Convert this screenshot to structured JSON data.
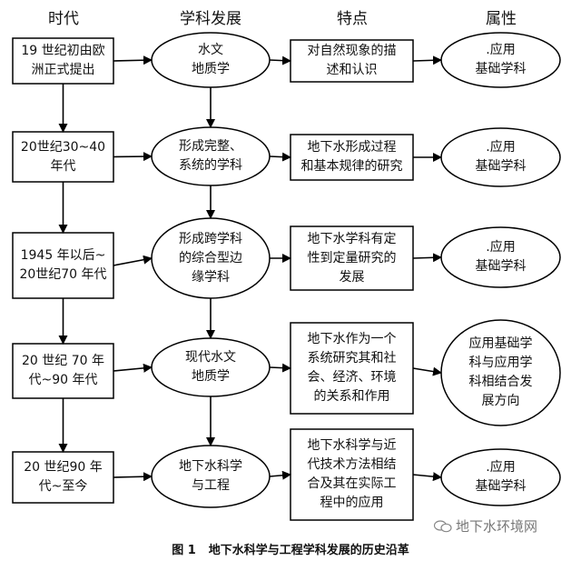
{
  "headers": {
    "era": "时代",
    "development": "学科发展",
    "features": "特点",
    "attribute": "属性"
  },
  "rows": [
    {
      "era": "19 世纪初由欧\n洲正式提出",
      "development": "水文\n地质学",
      "feature": "对自然现象的描\n述和认识",
      "attribute": ".应用\n基础学科"
    },
    {
      "era": "20世纪30~40\n年代",
      "development": "形成完整、\n系统的学科",
      "feature": "地下水形成过程\n和基本规律的研究",
      "attribute": ".应用\n基础学科"
    },
    {
      "era": "1945 年以后~\n20世纪70 年代",
      "development": "形成跨学科\n的综合型边\n缘学科",
      "feature": "地下水学科有定\n性到定量研究的\n发展",
      "attribute": ".应用\n基础学科"
    },
    {
      "era": "20 世纪 70 年\n代~90 年代",
      "development": "现代水文\n地质学",
      "feature": "地下水作为一个\n系统研究其和社\n会、经济、环境\n的关系和作用",
      "attribute": "应用基础学\n科与应用学\n科相结合发\n展方向"
    },
    {
      "era": "20 世纪90 年\n代~至今",
      "development": "地下水科学\n与工程",
      "feature": "地下水科学与近\n代技术方法相结\n合及其在实际工\n程中的应用",
      "attribute": ".应用\n基础学科"
    }
  ],
  "caption": {
    "label": "图 1",
    "title": "地下水科学与工程学科发展的历史沿革"
  },
  "watermark": {
    "text": "地下水环境网",
    "icon": "wechat-icon"
  }
}
